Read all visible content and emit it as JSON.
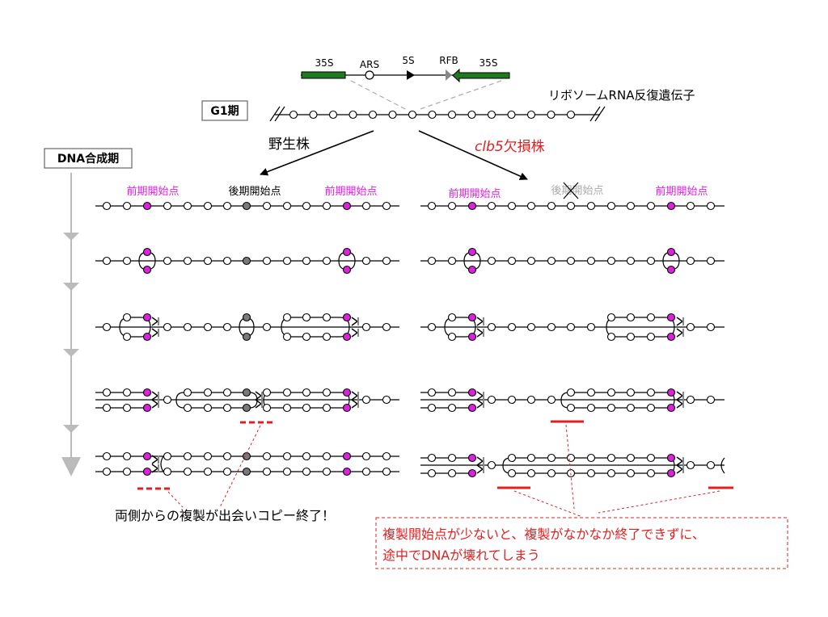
{
  "gene_unit": {
    "rrna_35s_left": "35S",
    "ars": "ARS",
    "rrna_5s": "5S",
    "rfb": "RFB",
    "rrna_35s_right": "35S",
    "array_caption": "リボソームRNA反復遺伝子"
  },
  "phases": {
    "g1": "G1期",
    "s_phase": "DNA合成期"
  },
  "strains": {
    "wild_type": "野生株",
    "mutant_gene": "clb5",
    "mutant_suffix": "欠損株"
  },
  "origin_labels": {
    "early": "前期開始点",
    "late": "後期開始点"
  },
  "captions": {
    "wild_type_result": "両側からの複製が出会いコピー終了！",
    "mutant_result_line1": "複製開始点が少ないと、複製がなかなか終了できずに、",
    "mutant_result_line2": "途中でDNAが壊れてしまう"
  },
  "colors": {
    "early_origin": "#e020e0",
    "late_origin": "#7a7a7a",
    "rrna_gene": "#1e7a1e",
    "alert": "#e02020",
    "arrow_gray": "#bbbbbb"
  }
}
